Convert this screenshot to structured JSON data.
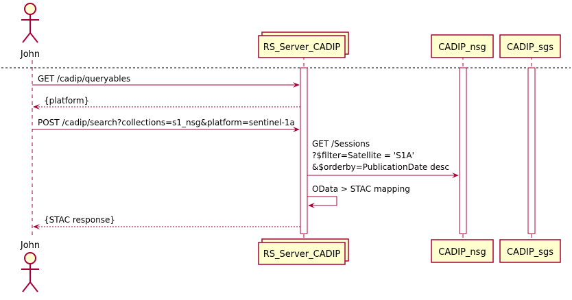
{
  "colors": {
    "participant_fill": "#FEFECE",
    "participant_border": "#A80036",
    "arrow": "#A80036",
    "divider": "#000000"
  },
  "participants": [
    {
      "id": "john",
      "label": "John",
      "kind": "actor"
    },
    {
      "id": "server",
      "label": "RS_Server_CADIP",
      "kind": "collection"
    },
    {
      "id": "nsg",
      "label": "CADIP_nsg",
      "kind": "participant"
    },
    {
      "id": "sgs",
      "label": "CADIP_sgs",
      "kind": "participant"
    }
  ],
  "messages": [
    {
      "from": "john",
      "to": "server",
      "style": "solid",
      "lines": [
        "GET /cadip/queryables"
      ]
    },
    {
      "from": "server",
      "to": "john",
      "style": "dashed",
      "lines": [
        "{platform}"
      ]
    },
    {
      "from": "john",
      "to": "server",
      "style": "solid",
      "lines": [
        "POST /cadip/search?collections=s1_nsg&platform=sentinel-1a"
      ]
    },
    {
      "from": "server",
      "to": "nsg",
      "style": "solid",
      "lines": [
        "GET /Sessions",
        "?$filter=Satellite = 'S1A'",
        "&$orderby=PublicationDate desc"
      ]
    },
    {
      "from": "server",
      "to": "server",
      "style": "solid",
      "lines": [
        "OData > STAC mapping"
      ]
    },
    {
      "from": "server",
      "to": "john",
      "style": "dashed",
      "lines": [
        "{STAC response}"
      ]
    }
  ]
}
